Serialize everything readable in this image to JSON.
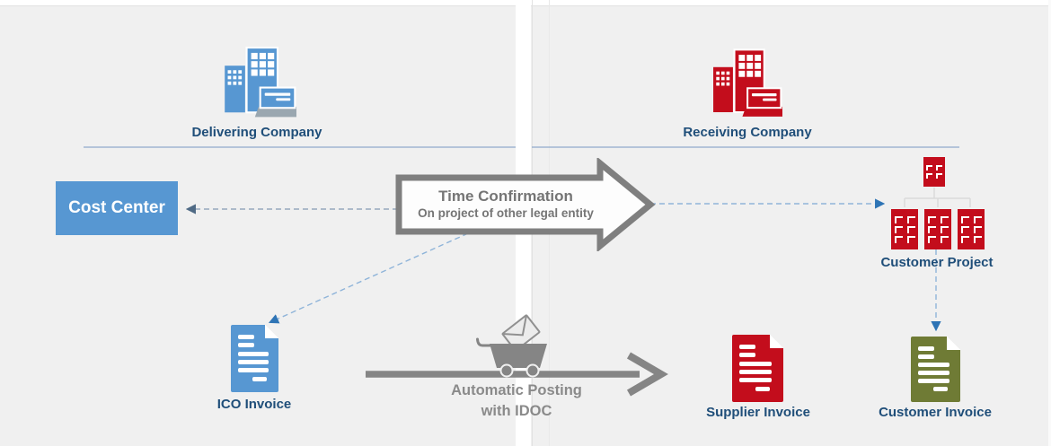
{
  "colors": {
    "blue_accent": "#5797d2",
    "red_accent": "#c30d1c",
    "olive_accent": "#6f7b35",
    "navy_label": "#1f4e79",
    "arrow_gray": "#7f7f7f",
    "dash_blue": "#8fb4d9",
    "dash_gray_blue": "#95a8bd",
    "rule_blue": "#8faacb",
    "background": "#f0f0f0",
    "buildings_base_gray": "#9aa7b0"
  },
  "delivering": {
    "company_label": "Delivering Company",
    "cost_center_label": "Cost Center",
    "ico_invoice_label": "ICO Invoice"
  },
  "receiving": {
    "company_label": "Receiving Company",
    "customer_project_label": "Customer Project",
    "supplier_invoice_label": "Supplier Invoice",
    "customer_invoice_label": "Customer Invoice"
  },
  "flows": {
    "time_confirmation": {
      "title": "Time Confirmation",
      "subtitle": "On project of other legal entity"
    },
    "automatic_posting": {
      "line1": "Automatic Posting",
      "line2": "with IDOC"
    }
  },
  "icon_names": {
    "delivering_company": "buildings-blue-icon",
    "receiving_company": "buildings-red-icon",
    "ico_invoice": "document-blue-icon",
    "supplier_invoice": "document-red-icon",
    "customer_invoice": "document-olive-icon",
    "customer_project": "project-wbs-icon",
    "automatic_posting": "cart-with-envelope-icon",
    "time_confirmation": "block-arrow-right-icon"
  }
}
